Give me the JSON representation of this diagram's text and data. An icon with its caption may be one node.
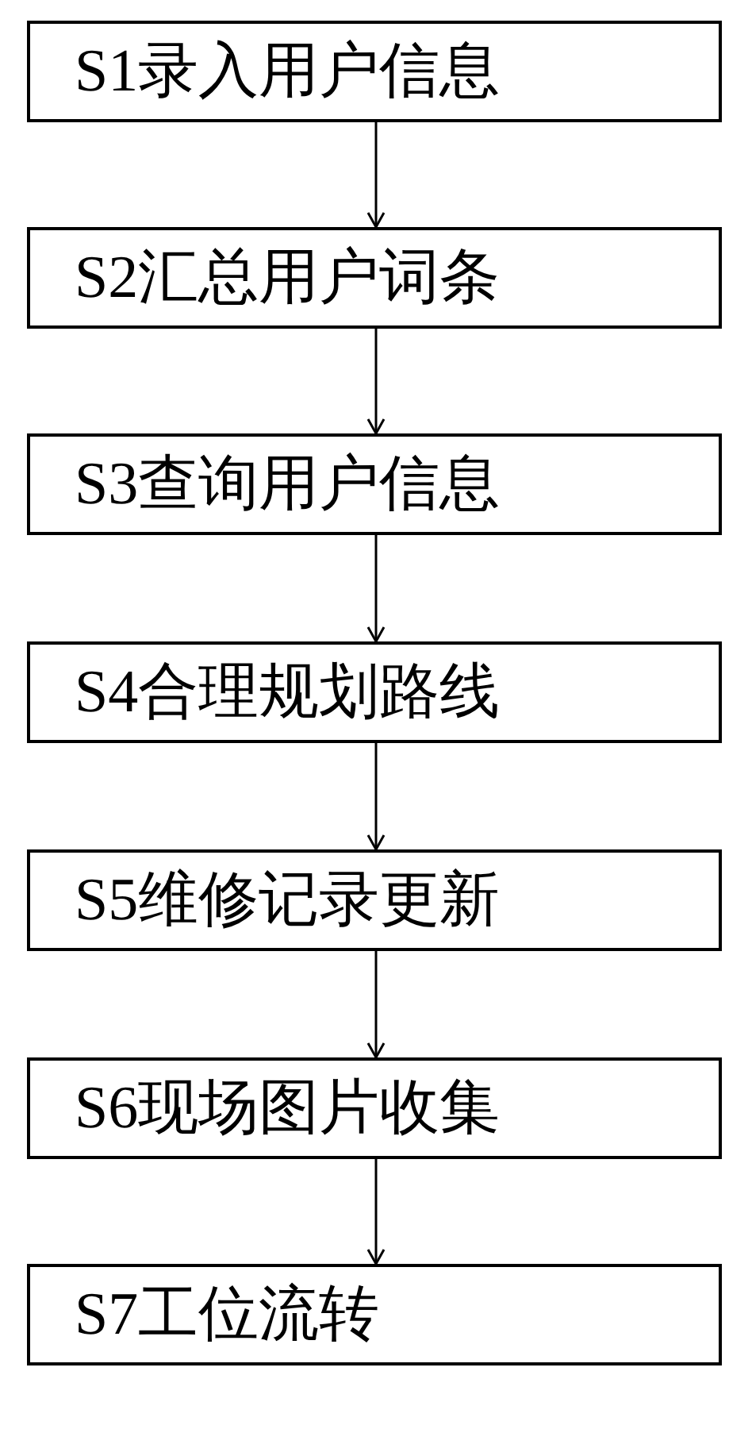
{
  "diagram": {
    "nodes": [
      {
        "text": [
          "S1录入用户信息"
        ]
      },
      {
        "text": [
          "S2汇总用户词条"
        ]
      },
      {
        "text": [
          "S3查询用户信息"
        ]
      },
      {
        "text": [
          "S4合理规划路线"
        ]
      },
      {
        "text": [
          "S5维修记录更新"
        ]
      },
      {
        "text": [
          "S6现场图片收集"
        ]
      },
      {
        "text": [
          "S7工位流转"
        ]
      }
    ],
    "edges": [
      {
        "from": 0,
        "to": 1,
        "arrow": "to"
      },
      {
        "from": 1,
        "to": 2,
        "arrow": "to"
      },
      {
        "from": 2,
        "to": 3,
        "arrow": "to"
      },
      {
        "from": 3,
        "to": 4,
        "arrow": "to"
      },
      {
        "from": 4,
        "to": 5,
        "arrow": "to"
      },
      {
        "from": 5,
        "to": 6,
        "arrow": "to"
      }
    ]
  }
}
